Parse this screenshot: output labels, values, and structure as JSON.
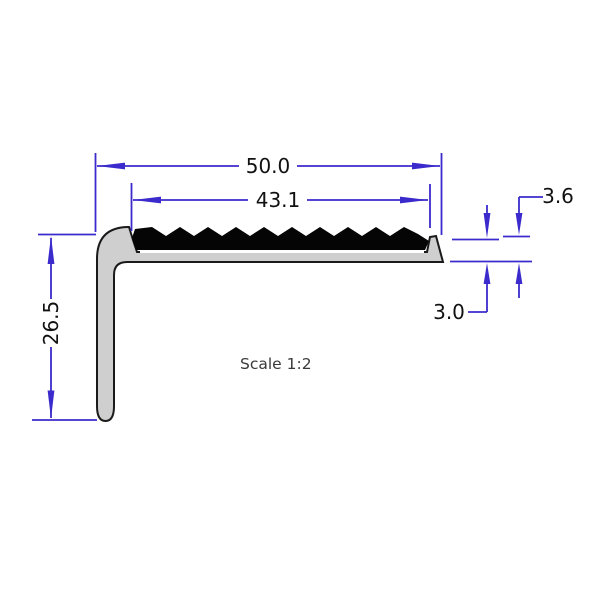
{
  "drawing": {
    "type": "technical-profile-drawing",
    "subject": "stair-nosing-L-profile-cross-section",
    "scale_label": "Scale 1:2",
    "dimensions": {
      "overall_width": "50.0",
      "insert_width": "43.1",
      "leg_height": "26.5",
      "nose_thickness": "3.6",
      "plate_thickness": "3.0"
    },
    "colors": {
      "dimension_line": "#3B2BCC",
      "dimension_text": "#111111",
      "profile_fill": "#CFCFCF",
      "profile_outline": "#1A1A1A",
      "insert_fill": "#050505",
      "background": "#FFFFFF"
    }
  }
}
